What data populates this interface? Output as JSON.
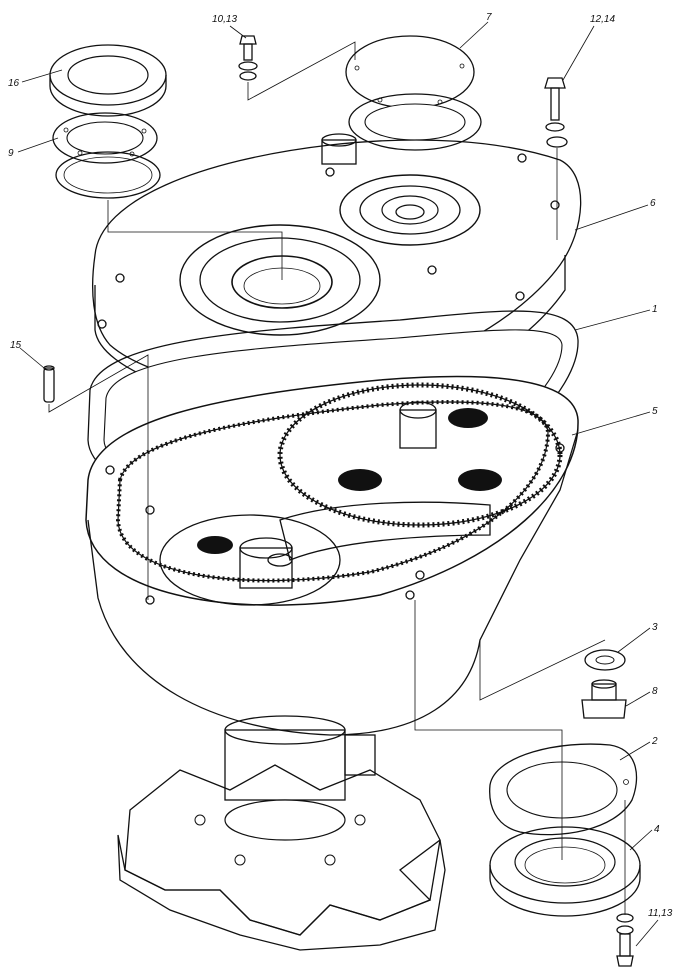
{
  "drawing": {
    "labels": [
      {
        "id": "p16",
        "text": "16"
      },
      {
        "id": "p9",
        "text": "9"
      },
      {
        "id": "p10_13",
        "text": "10,13"
      },
      {
        "id": "p7",
        "text": "7"
      },
      {
        "id": "p12_14",
        "text": "12,14"
      },
      {
        "id": "p6",
        "text": "6"
      },
      {
        "id": "p1",
        "text": "1"
      },
      {
        "id": "p15",
        "text": "15"
      },
      {
        "id": "p5",
        "text": "5"
      },
      {
        "id": "p3",
        "text": "3"
      },
      {
        "id": "p8",
        "text": "8"
      },
      {
        "id": "p2",
        "text": "2"
      },
      {
        "id": "p4",
        "text": "4"
      },
      {
        "id": "p11_13",
        "text": "11,13"
      }
    ]
  }
}
